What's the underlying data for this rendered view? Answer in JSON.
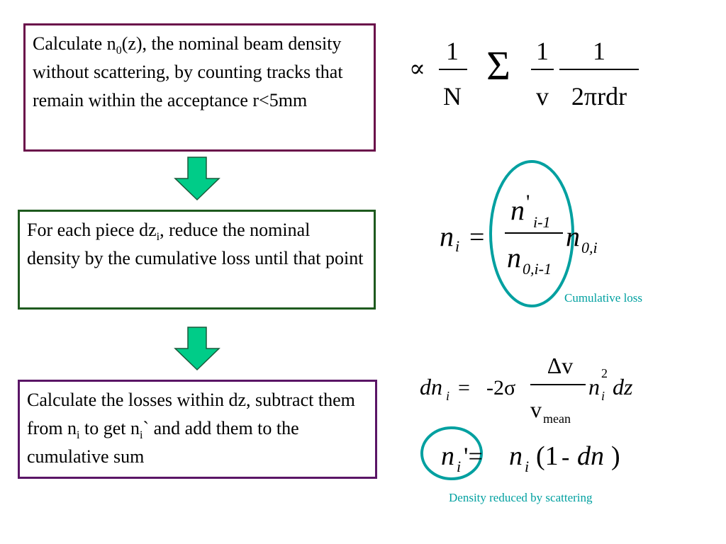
{
  "steps": [
    {
      "pre": "Calculate n",
      "sub": "0",
      "post": "(z), the nominal beam density without scattering, by counting tracks that remain within the acceptance r<5mm"
    },
    {
      "pre": "For each piece dz",
      "sub": "i",
      "post": ", reduce the nominal density by the cumulative loss until that point"
    },
    {
      "pre": "Calculate the losses within dz, subtract them from n",
      "sub": "i",
      "mid": " to get n",
      "sub2": "i",
      "post": "` and add them to the cumulative sum"
    }
  ],
  "equations": {
    "eq1": {
      "prop": "∝",
      "one_a": "1",
      "N": "N",
      "sigma": "Σ",
      "one_b": "1",
      "v": "v",
      "one_c": "1",
      "denom": "2πrdr"
    },
    "eq2": {
      "lhs_n": "n",
      "lhs_i": "i",
      "eq": "=",
      "num_n": "n",
      "prime": "'",
      "num_sub": "i-1",
      "den_n": "n",
      "den_sub": "0,i-1",
      "rhs_n": "n",
      "rhs_sub": "0,i"
    },
    "eq3": {
      "d": "dn",
      "i": "i",
      "eq": "=",
      "coef": "-2σ",
      "num": "Δv",
      "den": "v",
      "den_sub": "mean",
      "n": "n",
      "sup": "2",
      "sub": "i",
      "dz": "dz"
    },
    "eq4": {
      "n": "n",
      "i": "i",
      "primeeq": "'=",
      "n2": "n",
      "i2": "i",
      "open": "(1",
      "minus": "-",
      "dn": "dn",
      "close": ")"
    }
  },
  "captions": {
    "cumulative_loss": "Cumulative loss",
    "density_reduced": "Density reduced by scattering"
  },
  "colors": {
    "box1_border": "#6a0f4a",
    "box2_border": "#1e5a1e",
    "box3_border": "#5a1566",
    "arrow_fill": "#00cc88",
    "highlight": "#00a0a0"
  }
}
